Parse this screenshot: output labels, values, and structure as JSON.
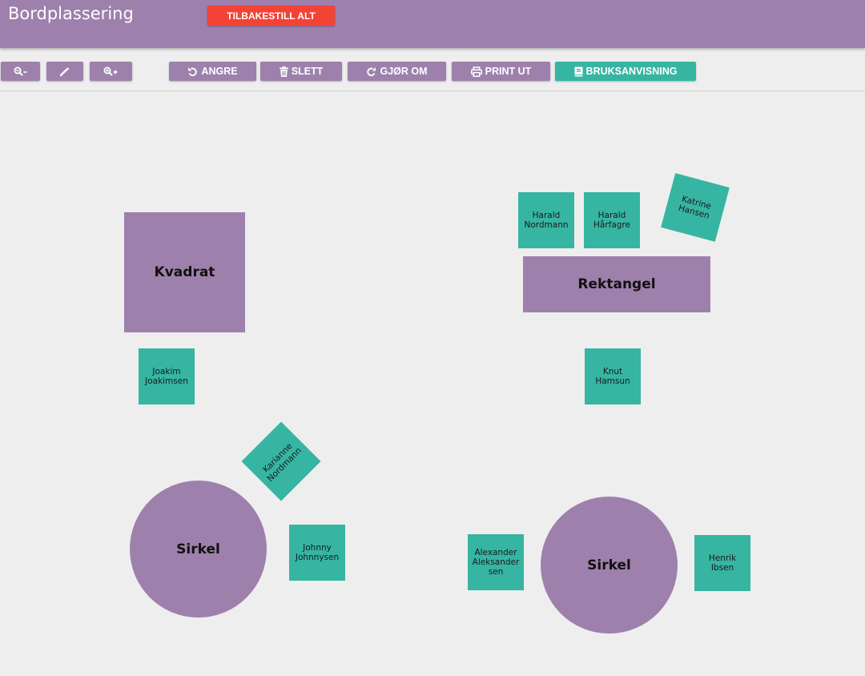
{
  "header": {
    "title": "Bordplassering",
    "reset_label": "TILBAKESTILL ALT"
  },
  "toolbar": {
    "undo_label": "ANGRE",
    "delete_label": "SLETT",
    "redo_label": "GJØR OM",
    "print_label": "PRINT UT",
    "manual_label": "BRUKSANVISNING"
  },
  "tables": {
    "kvadrat": "Kvadrat",
    "rektangel": "Rektangel",
    "sirkel_1": "Sirkel",
    "sirkel_2": "Sirkel"
  },
  "guests": {
    "harald_nordmann": "Harald Nordmann",
    "harald_harfagre": "Harald Hårfagre",
    "katrine_hansen": "Katrine Hansen",
    "joakim_joakimsen": "Joakim Joakimsen",
    "knut_hamsun": "Knut Hamsun",
    "karianne_nordmann": "Karianne Nordmann",
    "johnny_johnnysen": "Johnny Johnnysen",
    "alexander_aleksandersen": "Alexander Aleksandersen",
    "henrik_ibsen": "Henrik Ibsen"
  },
  "colors": {
    "primary": "#9e80ac",
    "accent": "#36b5a2",
    "danger": "#f24336",
    "background": "#eeeeee"
  },
  "icons": {
    "zoom_out": "zoom-out-icon",
    "fit": "magic-wand-icon",
    "zoom_in": "zoom-in-icon",
    "undo": "undo-icon",
    "delete": "trash-icon",
    "redo": "redo-icon",
    "print": "print-icon",
    "manual": "book-icon"
  }
}
